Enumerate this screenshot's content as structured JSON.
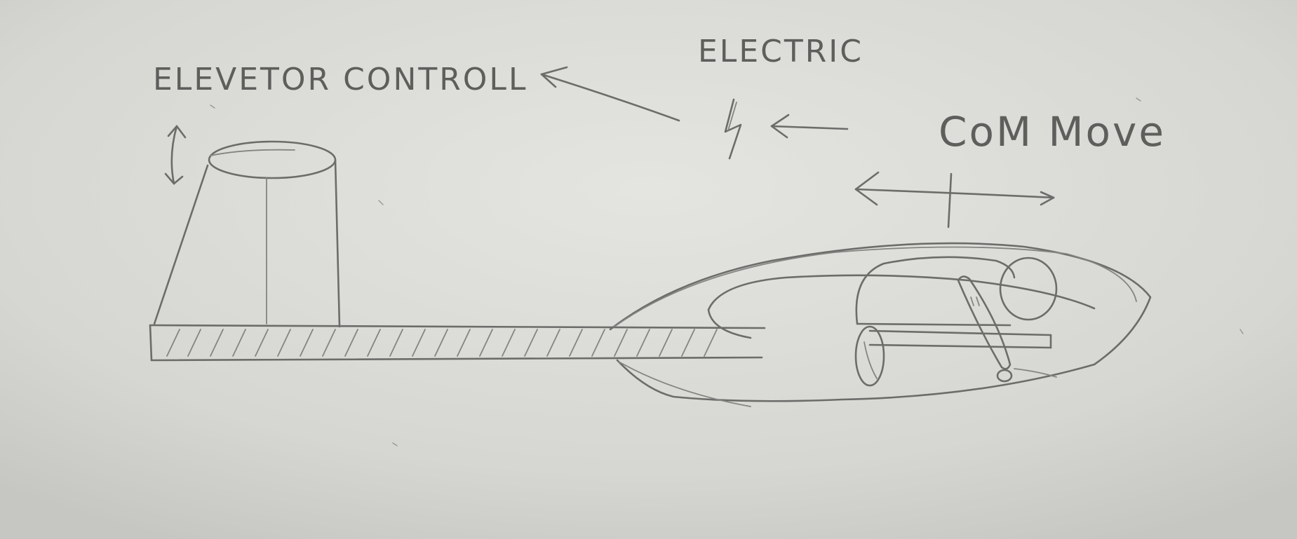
{
  "labels": {
    "elevator_control": "ELEVETOR CONTROLL",
    "electric": "ELECTRIC",
    "com_move": "CoM Move"
  },
  "icons": {
    "elevator_arrow": "up-down-arrow-icon",
    "electric_symbol": "lightning-bolt-icon",
    "com_arrow": "left-right-arrow-icon"
  },
  "colors": {
    "paper": "#d8d8d4",
    "pencil": "#6c6c6a"
  }
}
